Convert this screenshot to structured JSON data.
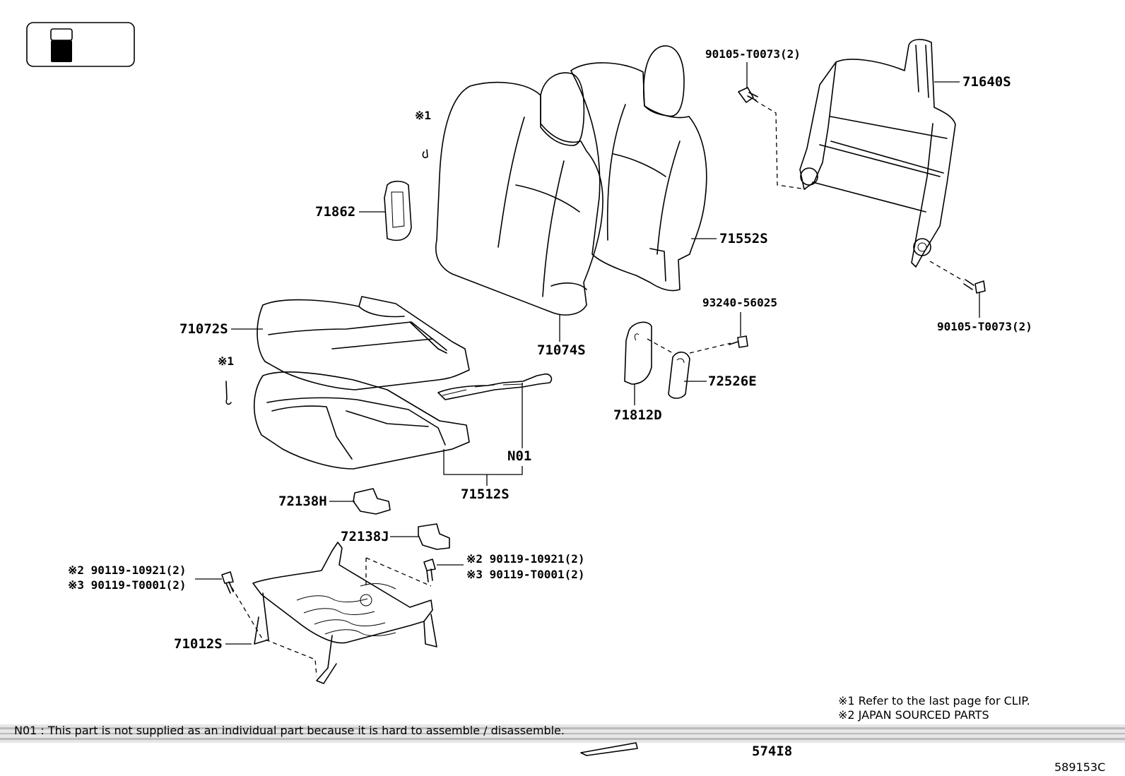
{
  "labels": {
    "p90105_top": "90105-T0073(2)",
    "p71640S": "71640S",
    "p71862": "71862",
    "p71552S": "71552S",
    "p93240": "93240-56025",
    "p90105_bottom": "90105-T0073(2)",
    "p71072S": "71072S",
    "p71074S": "71074S",
    "p72526E": "72526E",
    "p71812D": "71812D",
    "pN01": "N01",
    "p71512S": "71512S",
    "p72138H": "72138H",
    "p72138J": "72138J",
    "bolt_left_1": "※2 90119-10921(2)",
    "bolt_left_2": "※3 90119-T0001(2)",
    "bolt_right_1": "※2 90119-10921(2)",
    "bolt_right_2": "※3 90119-T0001(2)",
    "p71012S": "71012S",
    "clip_note_top": "※1",
    "clip_note_mid": "※1"
  },
  "footnotes": {
    "note1": "※1  Refer to the last page for CLIP.",
    "note2": "※2  JAPAN SOURCED PARTS"
  },
  "footer": {
    "note_n01": "N01 : This part is not supplied as an individual part because it is hard to assemble / disassemble.",
    "page_number": "574I8",
    "illustration_id": "589153C"
  },
  "seat_position_indicator": {
    "rows": 2,
    "highlighted_row": 2
  }
}
